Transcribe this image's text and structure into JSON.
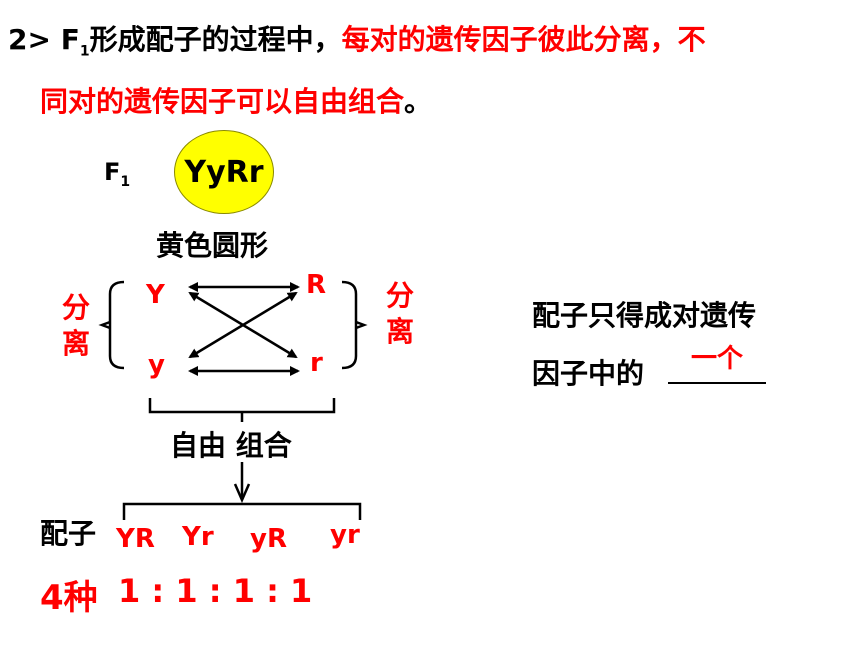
{
  "heading": {
    "prefix": "2> F",
    "sub": "1",
    "black_part": "形成配子的过程中，",
    "red_part_1": "每对的遗传因子彼此分离，不",
    "red_part_2": "同对的遗传因子可以自由组合",
    "end": "。"
  },
  "f1": {
    "label": "F",
    "sub": "1",
    "genotype": "YyRr",
    "phenotype": "黄色圆形"
  },
  "alleles": {
    "Y": "Y",
    "R": "R",
    "y": "y",
    "r": "r"
  },
  "separation_label": "分离",
  "combination_label": "自由 组合",
  "gametes": {
    "label": "配子",
    "types": [
      "YR",
      "Yr",
      "yR",
      "yr"
    ]
  },
  "ratio": {
    "count_label": "4种",
    "text": "1 : 1 : 1 : 1"
  },
  "note": {
    "line1": "配子只得成对遗传",
    "line2": "因子中的",
    "answer": "一个"
  },
  "colors": {
    "accent": "#ff0000",
    "circle": "#ffff00"
  }
}
